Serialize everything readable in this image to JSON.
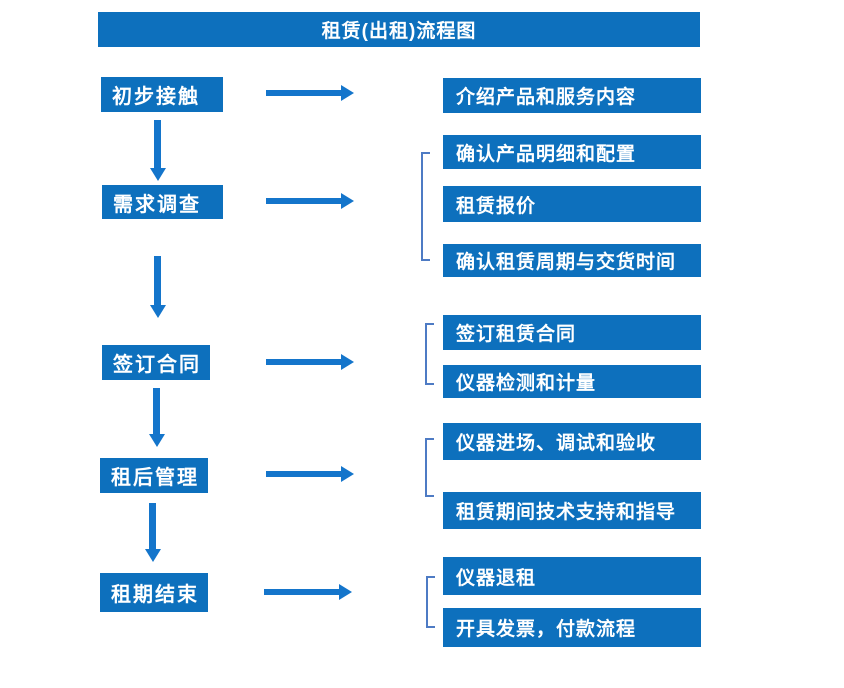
{
  "title": "租赁(出租)流程图",
  "colors": {
    "box-blue": "#0d70bd",
    "arrow-blue": "#1475cb",
    "bracket-blue": "#4e7bc4",
    "text-white": "#ffffff",
    "background": "#ffffff"
  },
  "steps": [
    {
      "label": "初步接触",
      "outputs": [
        "介绍产品和服务内容"
      ]
    },
    {
      "label": "需求调查",
      "outputs": [
        "确认产品明细和配置",
        "租赁报价",
        "确认租赁周期与交货时间"
      ]
    },
    {
      "label": "签订合同",
      "outputs": [
        "签订租赁合同",
        "仪器检测和计量"
      ]
    },
    {
      "label": "租后管理",
      "outputs": [
        "仪器进场、调试和验收",
        "租赁期间技术支持和指导"
      ]
    },
    {
      "label": "租期结束",
      "outputs": [
        "仪器退租",
        "开具发票，付款流程"
      ]
    }
  ]
}
